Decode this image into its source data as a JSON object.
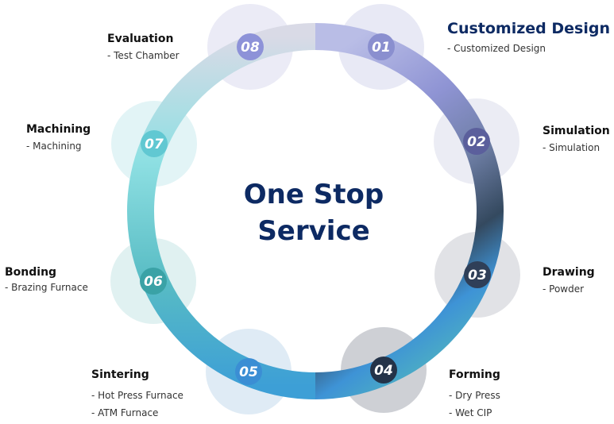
{
  "center_title": [
    "One Stop",
    "Service"
  ],
  "colors": {
    "title": "#0d2a63",
    "step_01": "#8a8fcf",
    "step_02": "#5b5f9c",
    "step_03": "#2f3f58",
    "step_04": "#243349",
    "step_05": "#3b8ed4",
    "step_06": "#3aa2a6",
    "step_07": "#61c8d2",
    "step_08": "#8d92d8"
  },
  "steps": [
    {
      "number": "01",
      "title": "Customized Design",
      "items": [
        "- Customized Design"
      ]
    },
    {
      "number": "02",
      "title": "Simulation",
      "items": [
        "- Simulation"
      ]
    },
    {
      "number": "03",
      "title": "Drawing",
      "items": [
        "- Powder"
      ]
    },
    {
      "number": "04",
      "title": "Forming",
      "items": [
        "- Dry Press",
        "- Wet CIP"
      ]
    },
    {
      "number": "05",
      "title": "Sintering",
      "items": [
        "- Hot Press Furnace",
        "- ATM Furnace"
      ]
    },
    {
      "number": "06",
      "title": "Bonding",
      "items": [
        "- Brazing Furnace"
      ]
    },
    {
      "number": "07",
      "title": "Machining",
      "items": [
        "- Machining"
      ]
    },
    {
      "number": "08",
      "title": "Evaluation",
      "items": [
        "- Test Chamber"
      ]
    }
  ]
}
